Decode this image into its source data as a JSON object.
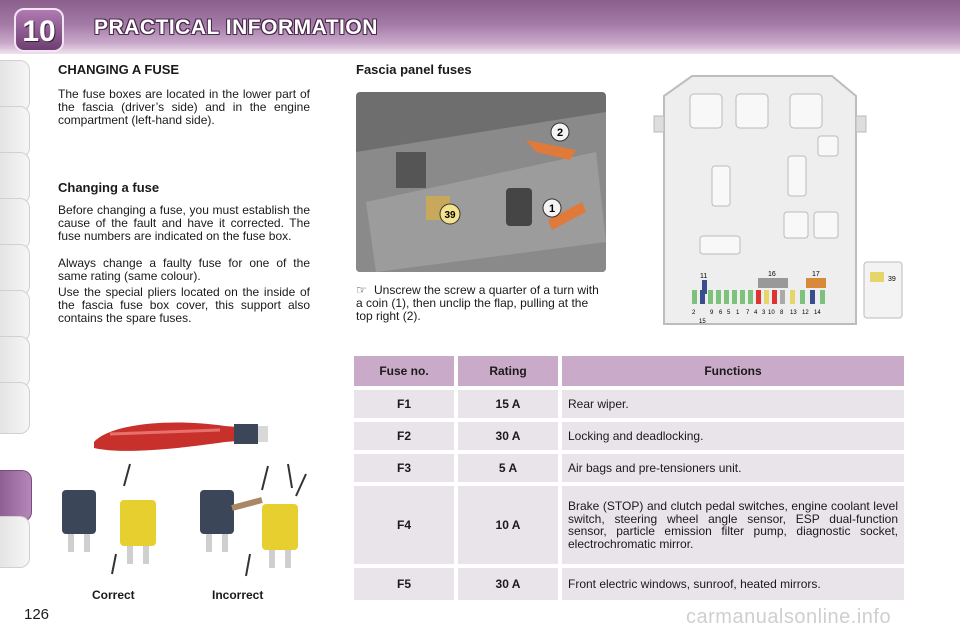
{
  "header": {
    "chapter": "10",
    "title": "PRACTICAL INFORMATION"
  },
  "left": {
    "heading": "CHANGING A FUSE",
    "intro": "The fuse boxes are located in the lower part of the fascia (driver’s side) and in the engine compartment (left-hand side).",
    "subheading": "Changing a fuse",
    "para1": "Before changing a fuse, you must establish the cause of the fault and have it corrected. The fuse numbers are indicated on the fuse box.",
    "para2": "Always change a faulty fuse for one of the same rating (same colour).",
    "para3": "Use the special pliers located on the inside of the fascia fuse box cover, this support also contains the spare fuses.",
    "caption_correct": "Correct",
    "caption_incorrect": "Incorrect"
  },
  "right": {
    "heading": "Fascia panel fuses",
    "instruction": "Unscrew the screw a quarter of a turn with a coin (1), then unclip the flap, pulling at the top right (2).",
    "photo_callouts": [
      "1",
      "2",
      "39"
    ],
    "fusebox_labels": {
      "top": [
        "11",
        "16",
        "17",
        "39"
      ],
      "bottom": [
        "2",
        "9",
        "6",
        "5",
        "1",
        "7",
        "4",
        "3",
        "10",
        "8",
        "13",
        "12",
        "14"
      ],
      "below": "15"
    }
  },
  "table": {
    "headers": [
      "Fuse no.",
      "Rating",
      "Functions"
    ],
    "rows": [
      {
        "fuse": "F1",
        "rating": "15 A",
        "function": "Rear wiper."
      },
      {
        "fuse": "F2",
        "rating": "30 A",
        "function": "Locking and deadlocking."
      },
      {
        "fuse": "F3",
        "rating": "5 A",
        "function": "Air bags and pre-tensioners unit."
      },
      {
        "fuse": "F4",
        "rating": "10 A",
        "function": "Brake (STOP) and clutch pedal switches, engine coolant level switch, steering wheel angle sensor, ESP dual-function sensor, particle emission filter pump, diagnostic socket, electrochromatic mirror."
      },
      {
        "fuse": "F5",
        "rating": "30 A",
        "function": "Front electric windows, sunroof, heated mirrors."
      }
    ]
  },
  "footer": {
    "page_number": "126",
    "watermark": "carmanualsonline.info"
  },
  "colors": {
    "header": "#a47aa6",
    "table_header": "#c9abc9",
    "table_cell": "#e9e4ea"
  }
}
